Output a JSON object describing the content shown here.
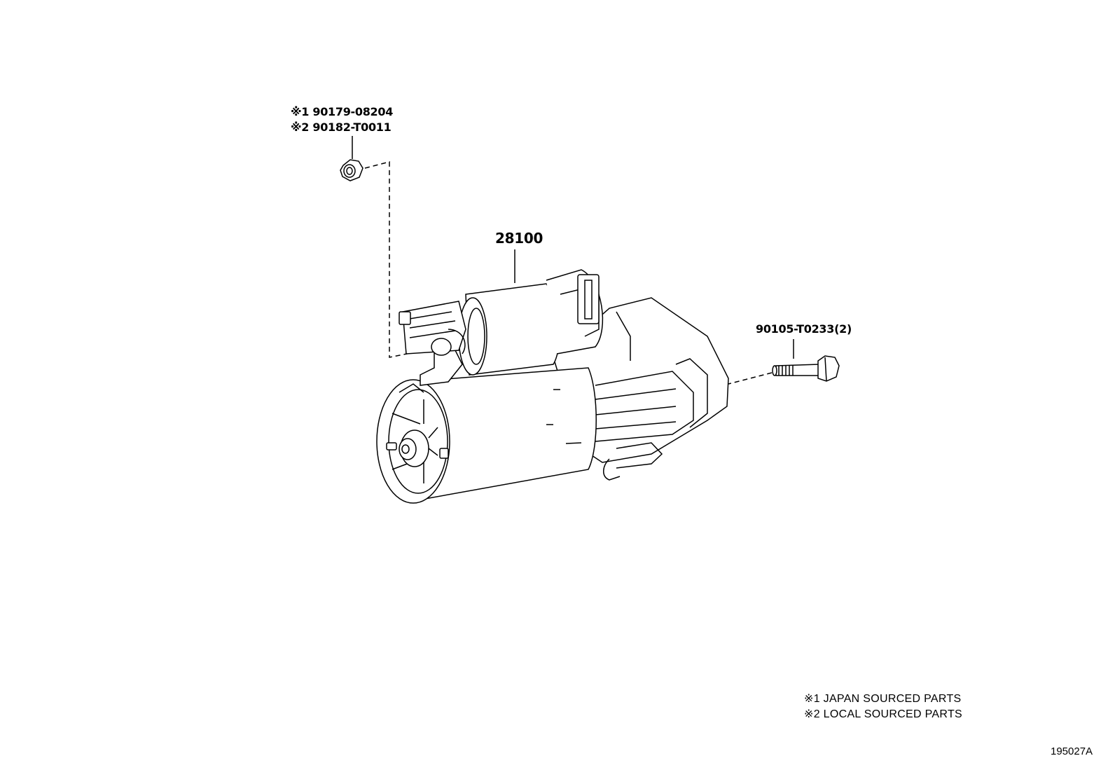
{
  "labels": {
    "nut_line1": "※1 90179-08204",
    "nut_line2": "※2 90182-T0011",
    "starter": "28100",
    "bolt": "90105-T0233(2)"
  },
  "legend": {
    "line1": "※1 JAPAN SOURCED PARTS",
    "line2": "※2 LOCAL SOURCED PARTS"
  },
  "figure_code": "195027A"
}
